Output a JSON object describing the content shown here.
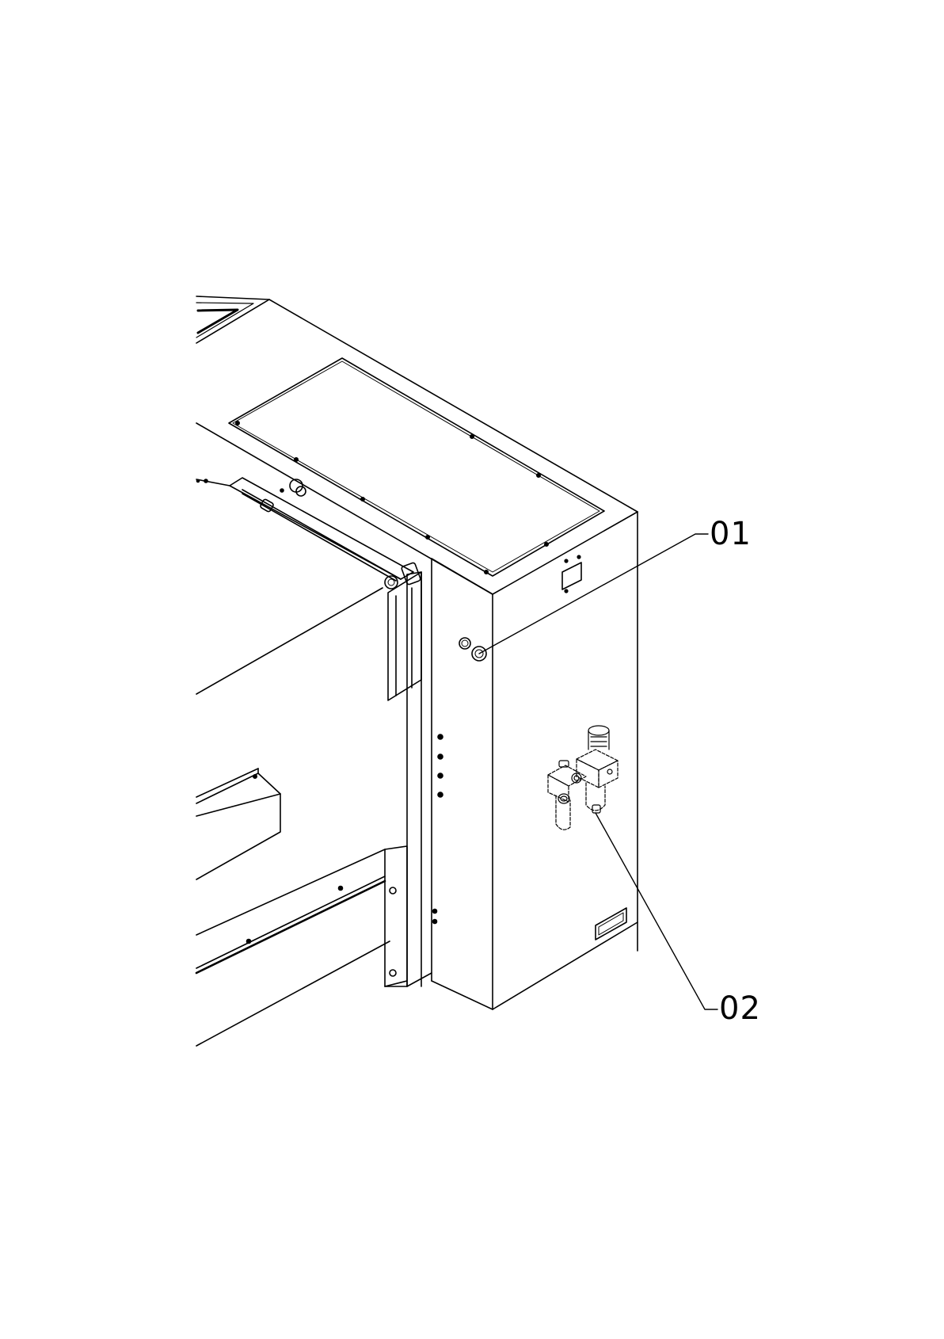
{
  "diagram": {
    "callouts": [
      {
        "id": "01",
        "label": "01",
        "target": "nut-fittings"
      },
      {
        "id": "02",
        "label": "02",
        "target": "air-filter-regulator"
      }
    ],
    "colors": {
      "line": "#000000",
      "background": "#ffffff"
    }
  }
}
